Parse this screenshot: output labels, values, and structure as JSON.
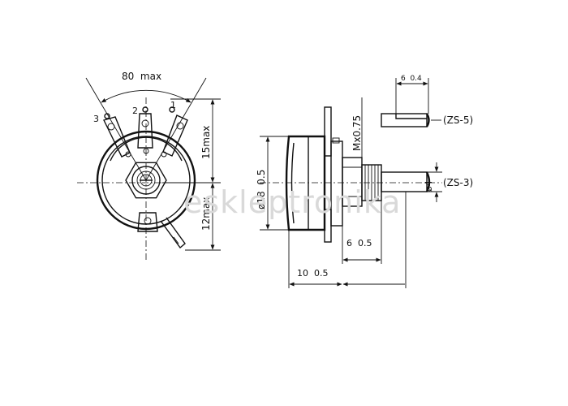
{
  "front_view": {
    "width_label": "80  max",
    "height_upper_label": "15max",
    "height_lower_label": "12max",
    "terminals": [
      {
        "number": "1"
      },
      {
        "number": "2"
      },
      {
        "number": "3"
      }
    ]
  },
  "side_view": {
    "diameter_label": "ø18  0.5",
    "thread_label": "Mx0.75",
    "shaft_dia_label": "ø4",
    "bushing_label": "6  0.5",
    "body_length_label": "10  0.5"
  },
  "shaft_options": [
    {
      "code": "(ZS-5)",
      "dimension": "6  0.4"
    },
    {
      "code": "(ZS-3)"
    }
  ],
  "watermark": "eskleptronika"
}
